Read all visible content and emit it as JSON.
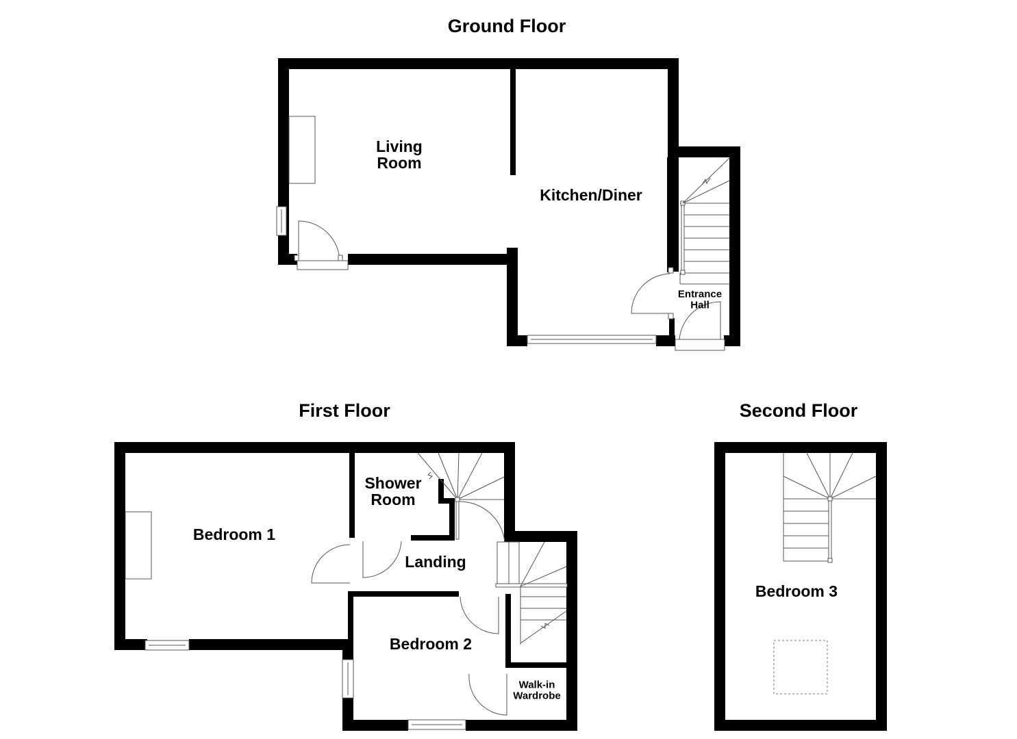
{
  "floors": {
    "ground": {
      "title": "Ground Floor",
      "rooms": {
        "living_room": "Living\nRoom",
        "kitchen_diner": "Kitchen/Diner",
        "entrance_hall": "Entrance\nHall"
      }
    },
    "first": {
      "title": "First Floor",
      "rooms": {
        "bedroom_1": "Bedroom 1",
        "shower_room": "Shower\nRoom",
        "landing": "Landing",
        "bedroom_2": "Bedroom 2",
        "walk_in_wardrobe": "Walk-in\nWardrobe"
      }
    },
    "second": {
      "title": "Second Floor",
      "rooms": {
        "bedroom_3": "Bedroom 3"
      }
    }
  },
  "colors": {
    "wall": "#000000",
    "fixture_line": "#555555",
    "background": "#ffffff"
  }
}
